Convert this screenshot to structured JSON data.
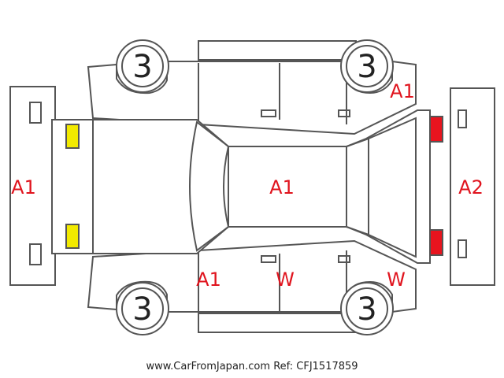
{
  "wheels": {
    "front_left": "3",
    "front_right": "3",
    "rear_left": "3",
    "rear_right": "3"
  },
  "damage_labels": {
    "front_bumper": "A1",
    "rear_bumper": "A2",
    "roof": "A1",
    "right_rear_fender": "A1",
    "left_front_door": "A1",
    "left_rear_door": "W",
    "left_rear_fender": "W"
  },
  "lamp_colors": {
    "front": "#f2ea00",
    "rear": "#e8141e"
  },
  "footer": {
    "site": "www.CarFromJapan.com",
    "ref": "Ref: CFJ1517859"
  }
}
